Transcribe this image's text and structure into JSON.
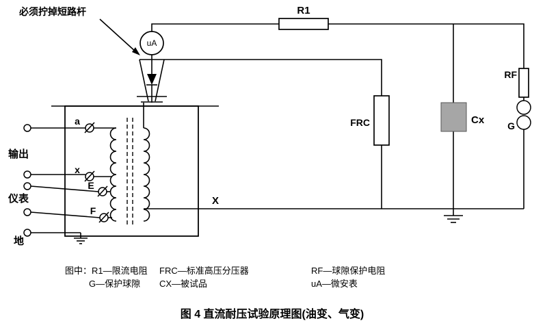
{
  "colors": {
    "line": "#000000",
    "test_object_fill": "#a6a6a6",
    "background": "#ffffff"
  },
  "figure": {
    "annotation": "必须拧掉短路杆",
    "meter_label": "uA",
    "r1_label": "R1",
    "frc_label": "FRC",
    "cx_label": "Cx",
    "rf_label": "RF",
    "g_label": "G",
    "x_node_label": "X",
    "terminals": {
      "a": "a",
      "x": "x",
      "e": "E",
      "f": "F"
    },
    "panel_labels": {
      "output": "输出",
      "instrument": "仪表",
      "ground": "地"
    }
  },
  "legend": {
    "row1": [
      "图中：R1—限流电阻",
      "FRC—标准高压分压器",
      "RF—球隙保护电阻"
    ],
    "row2": [
      "G—保护球隙",
      "CX—被试品",
      "uA—微安表"
    ]
  },
  "caption": "图 4  直流耐压试验原理图(油变、气变)"
}
